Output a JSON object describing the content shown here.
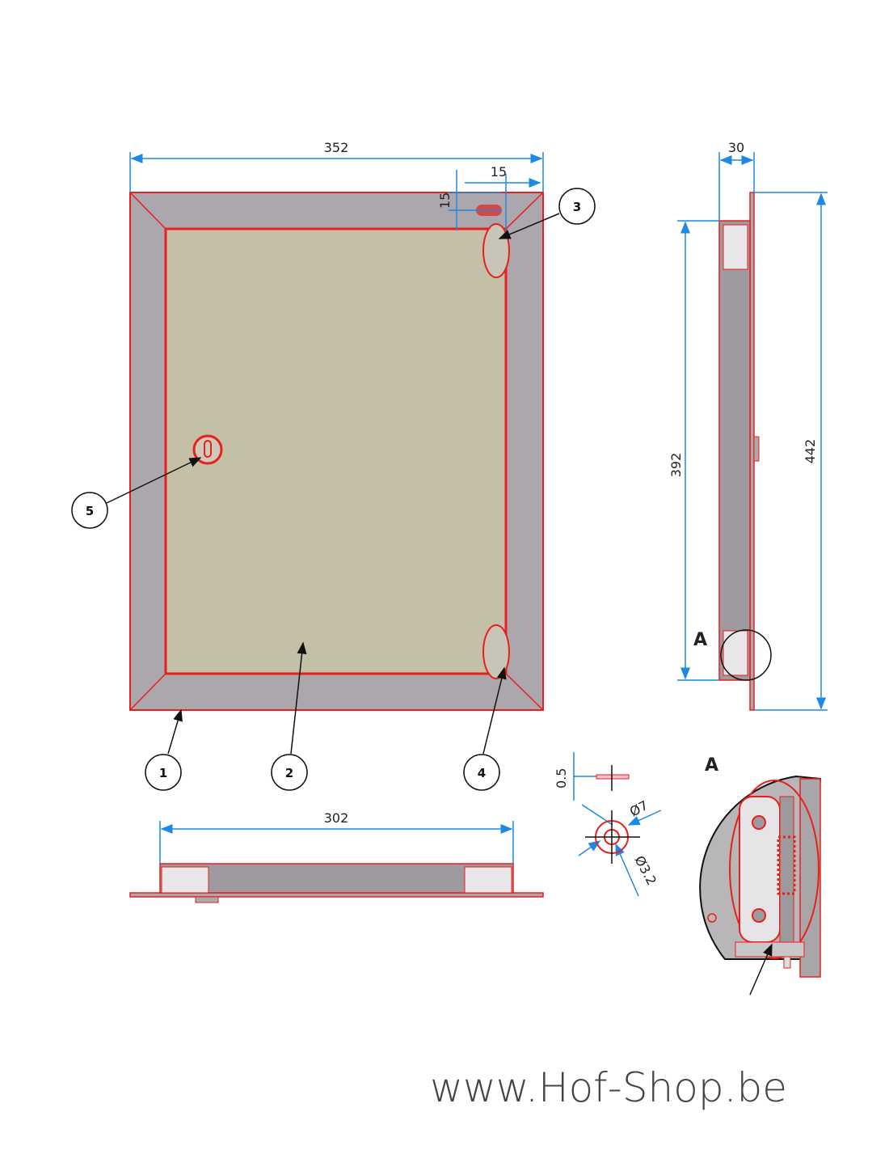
{
  "dimensions": {
    "front_width": "352",
    "latch_offset_x": "15",
    "latch_offset_y": "15",
    "side_depth": "30",
    "inner_height": "392",
    "outer_height": "442",
    "bottom_inner_width": "302",
    "plate_thickness": "0.5",
    "outer_diameter": "Ø7",
    "inner_diameter": "Ø3.2"
  },
  "callouts": [
    "1",
    "2",
    "3",
    "4",
    "5"
  ],
  "detail_label": "A",
  "detail_title": "A",
  "watermark": "www.Hof-Shop.be",
  "colors": {
    "outline": "#e8201c",
    "dimension": "#1e88e5",
    "frame": "#aba7ac",
    "panel": "#c4c0a8"
  }
}
